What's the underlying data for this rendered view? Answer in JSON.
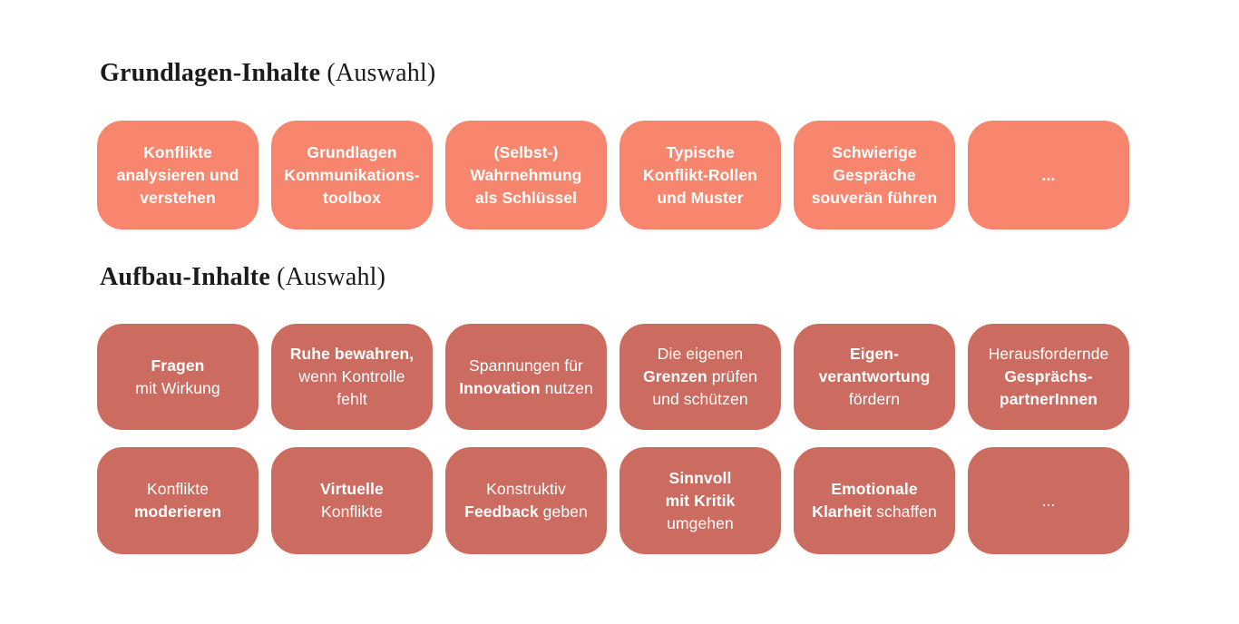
{
  "page": {
    "background": "#ffffff",
    "heading_color": "#1b1b1b",
    "card_text_color": "#ffffff"
  },
  "colors": {
    "basic_card": "#F8866E",
    "advanced_card": "#CC6B60"
  },
  "sections": [
    {
      "id": "grundlagen",
      "title_bold": "Grundlagen-Inhalte",
      "title_rest": "(Auswahl)",
      "rows": [
        [
          {
            "name": "konflikte-analysieren",
            "lines": [
              [
                {
                  "t": "Konflikte",
                  "b": true
                }
              ],
              [
                {
                  "t": "analysieren und",
                  "b": true
                }
              ],
              [
                {
                  "t": "verstehen",
                  "b": true
                }
              ]
            ]
          },
          {
            "name": "kommunikationstoolbox",
            "lines": [
              [
                {
                  "t": "Grundlagen",
                  "b": true
                }
              ],
              [
                {
                  "t": "Kommunikations-",
                  "b": true
                }
              ],
              [
                {
                  "t": "toolbox",
                  "b": true
                }
              ]
            ]
          },
          {
            "name": "selbst-wahrnehmung",
            "lines": [
              [
                {
                  "t": "(Selbst-)",
                  "b": true
                }
              ],
              [
                {
                  "t": "Wahrnehmung",
                  "b": true
                }
              ],
              [
                {
                  "t": "als Schlüssel",
                  "b": true
                }
              ]
            ]
          },
          {
            "name": "konflikt-rollen",
            "lines": [
              [
                {
                  "t": "Typische",
                  "b": true
                }
              ],
              [
                {
                  "t": "Konflikt-Rollen",
                  "b": true
                }
              ],
              [
                {
                  "t": "und Muster",
                  "b": true
                }
              ]
            ]
          },
          {
            "name": "schwierige-gespraeche",
            "lines": [
              [
                {
                  "t": "Schwierige",
                  "b": true
                }
              ],
              [
                {
                  "t": "Gespräche",
                  "b": true
                }
              ],
              [
                {
                  "t": "souverän führen",
                  "b": true
                }
              ]
            ]
          },
          {
            "name": "grundlagen-more",
            "lines": [
              [
                {
                  "t": "...",
                  "b": true
                }
              ]
            ]
          }
        ]
      ]
    },
    {
      "id": "aufbau",
      "title_bold": "Aufbau-Inhalte",
      "title_rest": "(Auswahl)",
      "rows": [
        [
          {
            "name": "fragen-mit-wirkung",
            "lines": [
              [
                {
                  "t": "Fragen",
                  "b": true
                }
              ],
              [
                {
                  "t": "mit Wirkung",
                  "b": false
                }
              ]
            ]
          },
          {
            "name": "ruhe-bewahren",
            "lines": [
              [
                {
                  "t": "Ruhe bewahren,",
                  "b": true
                }
              ],
              [
                {
                  "t": "wenn Kontrolle",
                  "b": false
                }
              ],
              [
                {
                  "t": "fehlt",
                  "b": false
                }
              ]
            ]
          },
          {
            "name": "spannungen-innovation",
            "lines": [
              [
                {
                  "t": "Spannungen für",
                  "b": false
                }
              ],
              [
                {
                  "t": "Innovation",
                  "b": true
                },
                {
                  "t": " nutzen",
                  "b": false
                }
              ]
            ]
          },
          {
            "name": "eigene-grenzen",
            "lines": [
              [
                {
                  "t": "Die eigenen",
                  "b": false
                }
              ],
              [
                {
                  "t": "Grenzen",
                  "b": true
                },
                {
                  "t": " prüfen",
                  "b": false
                }
              ],
              [
                {
                  "t": "und schützen",
                  "b": false
                }
              ]
            ]
          },
          {
            "name": "eigenverantwortung",
            "lines": [
              [
                {
                  "t": "Eigen-",
                  "b": true
                }
              ],
              [
                {
                  "t": "verantwortung",
                  "b": true
                }
              ],
              [
                {
                  "t": "fördern",
                  "b": false
                }
              ]
            ]
          },
          {
            "name": "herausfordernde-gespraechspartner",
            "lines": [
              [
                {
                  "t": "Herausfordernde",
                  "b": false
                }
              ],
              [
                {
                  "t": "Gesprächs-",
                  "b": true
                }
              ],
              [
                {
                  "t": "partnerInnen",
                  "b": true
                }
              ]
            ]
          }
        ],
        [
          {
            "name": "konflikte-moderieren",
            "lines": [
              [
                {
                  "t": "Konflikte",
                  "b": false
                }
              ],
              [
                {
                  "t": "moderieren",
                  "b": true
                }
              ]
            ]
          },
          {
            "name": "virtuelle-konflikte",
            "lines": [
              [
                {
                  "t": "Virtuelle",
                  "b": true
                }
              ],
              [
                {
                  "t": "Konflikte",
                  "b": false
                }
              ]
            ]
          },
          {
            "name": "konstruktiv-feedback",
            "lines": [
              [
                {
                  "t": "Konstruktiv",
                  "b": false
                }
              ],
              [
                {
                  "t": "Feedback",
                  "b": true
                },
                {
                  "t": " geben",
                  "b": false
                }
              ]
            ]
          },
          {
            "name": "sinnvoll-kritik",
            "lines": [
              [
                {
                  "t": "Sinnvoll",
                  "b": true
                }
              ],
              [
                {
                  "t": "mit Kritik",
                  "b": true
                }
              ],
              [
                {
                  "t": "umgehen",
                  "b": false
                }
              ]
            ]
          },
          {
            "name": "emotionale-klarheit",
            "lines": [
              [
                {
                  "t": "Emotionale",
                  "b": true
                }
              ],
              [
                {
                  "t": "Klarheit",
                  "b": true
                },
                {
                  "t": " schaffen",
                  "b": false
                }
              ]
            ]
          },
          {
            "name": "aufbau-more",
            "lines": [
              [
                {
                  "t": "...",
                  "b": false
                }
              ]
            ]
          }
        ]
      ]
    }
  ]
}
